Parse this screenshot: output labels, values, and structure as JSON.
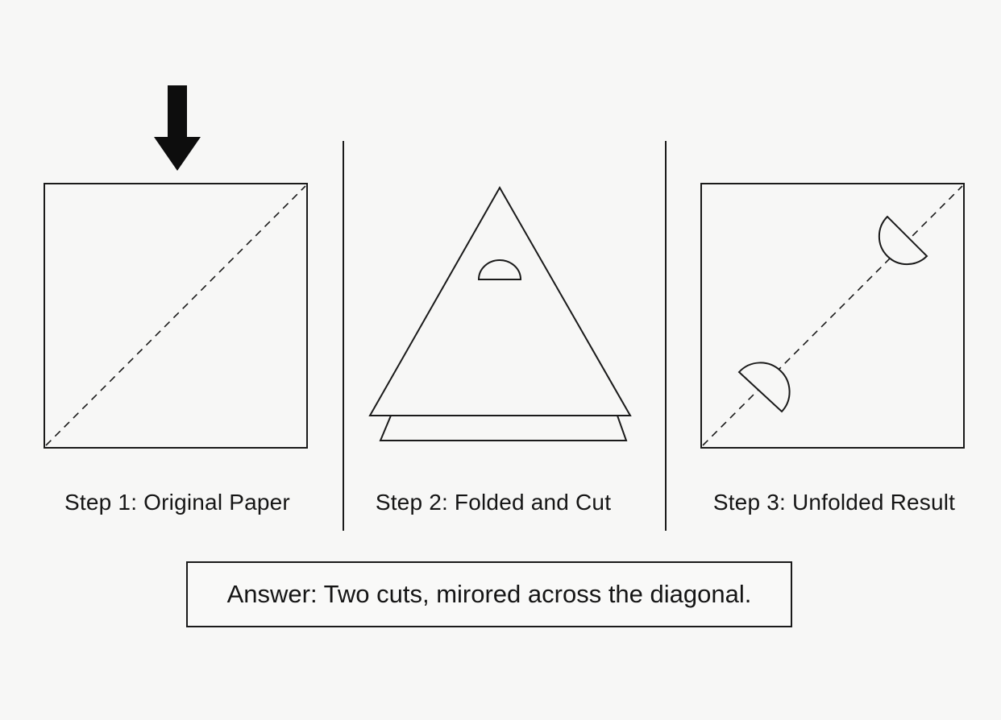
{
  "steps": [
    {
      "caption": "Step 1: Original Paper"
    },
    {
      "caption": "Step 2: Folded and Cut"
    },
    {
      "caption": "Step 3: Unfolded Result"
    }
  ],
  "answer": "Answer: Two cuts, mirored across the diagonal.",
  "colors": {
    "ink": "#151515",
    "background": "#f7f7f6"
  },
  "icons": [
    "down-arrow-icon"
  ]
}
